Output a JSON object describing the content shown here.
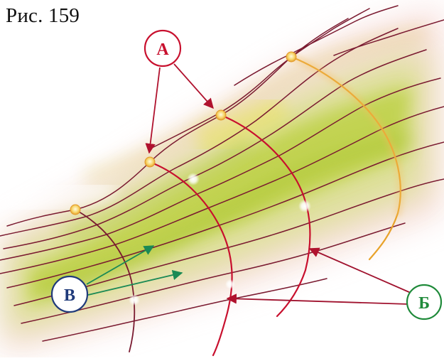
{
  "caption": "Рис. 159",
  "labels": {
    "a": "А",
    "b": "Б",
    "v": "В"
  },
  "colors": {
    "field_line": "#7a1a30",
    "front_red": "#c8102e",
    "front_orange": "#e8a22a",
    "label_a": "#c8102e",
    "label_b": "#1f8a3a",
    "label_v": "#1f3a7a",
    "arrow_a": "#b0122e",
    "arrow_b": "#a0122e",
    "arrow_v": "#1b8a55"
  }
}
